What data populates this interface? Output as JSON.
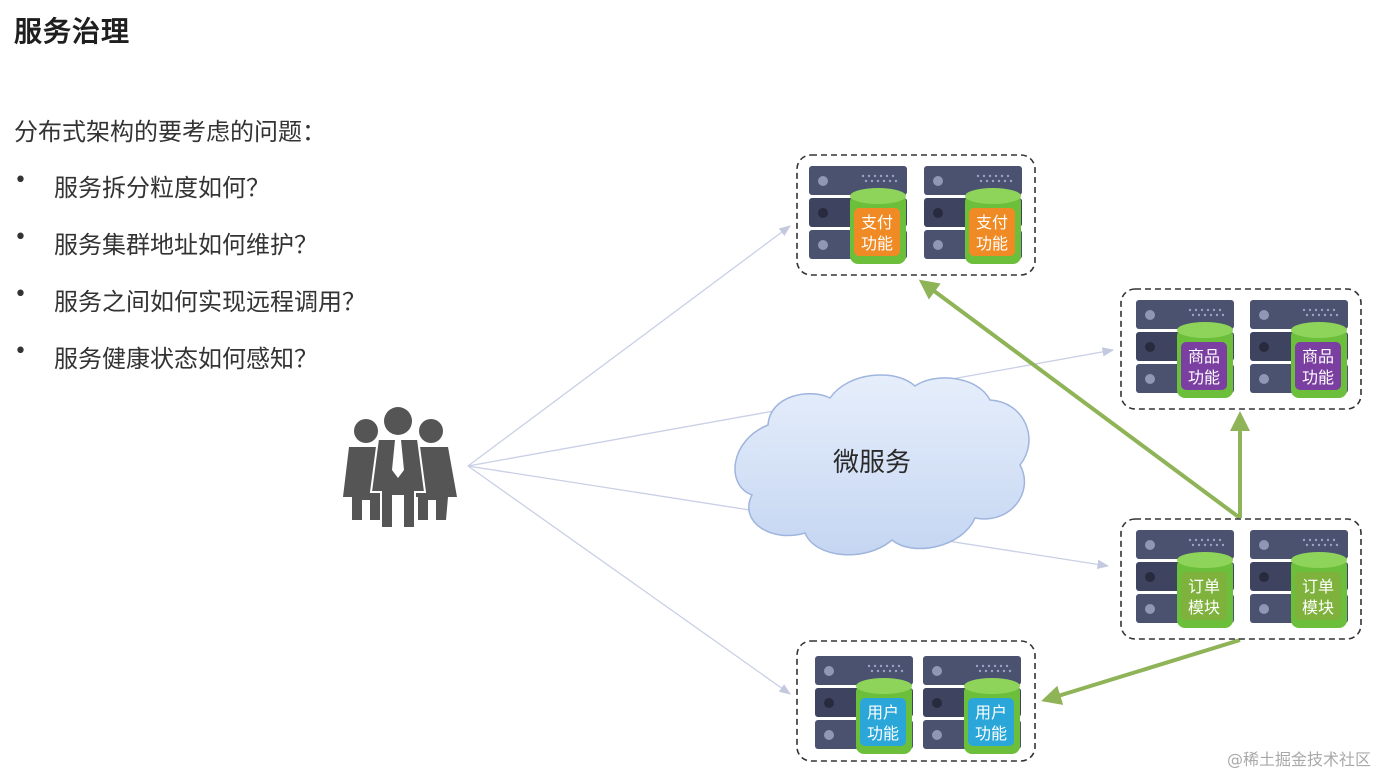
{
  "title": "服务治理",
  "intro": "分布式架构的要考虑的问题：",
  "questions": [
    "服务拆分粒度如何？",
    "服务集群地址如何维护？",
    "服务之间如何实现远程调用？",
    "服务健康状态如何感知？"
  ],
  "cloud_label": "微服务",
  "clusters": {
    "payment": {
      "line1": "支付",
      "line2": "功能",
      "color": "#f08a24"
    },
    "product": {
      "line1": "商品",
      "line2": "功能",
      "color": "#7b3fa1"
    },
    "order": {
      "line1": "订单",
      "line2": "模块",
      "color": "#7fb23c"
    },
    "user": {
      "line1": "用户",
      "line2": "功能",
      "color": "#2aa7d8"
    }
  },
  "colors": {
    "arrow_green": "#8fb357",
    "arrow_thin": "#c9d0e6",
    "server": "#4b5270",
    "db_green": "#6cbf3a"
  },
  "icons": {
    "users": "business-users-icon"
  },
  "watermark": "@稀土掘金技术社区"
}
